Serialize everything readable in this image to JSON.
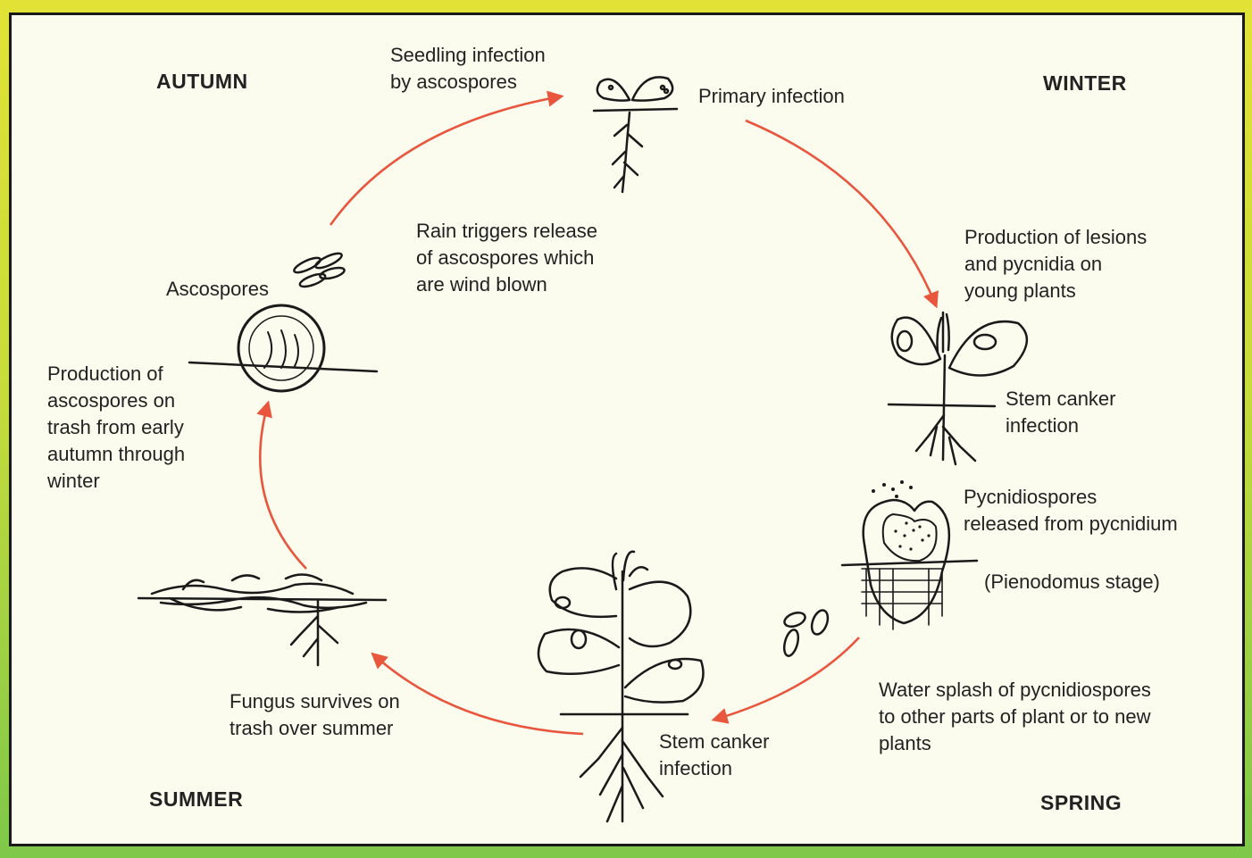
{
  "seasons": {
    "autumn": "AUTUMN",
    "winter": "WINTER",
    "summer": "SUMMER",
    "spring": "SPRING"
  },
  "labels": {
    "seedling_infection": "Seedling infection\nby ascospores",
    "primary_infection": "Primary infection",
    "rain_release": "Rain triggers release\nof ascospores which\nare wind blown",
    "lesions": "Production of lesions\nand pycnidia on\nyoung plants",
    "stem_canker_top": "Stem canker\ninfection",
    "pycnidiospores": "Pycnidiospores\nreleased from pycnidium",
    "pienodomus": "(Pienodomus stage)",
    "water_splash": "Water splash of pycnidiospores\nto other parts of plant or to new\nplants",
    "stem_canker_bottom": "Stem canker\ninfection",
    "fungus_survives": "Fungus survives on\ntrash over summer",
    "ascospores": "Ascospores",
    "ascospore_production": "Production of\nascospores on\ntrash from early\nautumn through\nwinter"
  },
  "colors": {
    "arrow": "#e8563e",
    "ink": "#1a1a1a",
    "paper": "#fbfbee",
    "border_gradient_top": "#e2e236",
    "border_gradient_bottom": "#7ec84a"
  }
}
